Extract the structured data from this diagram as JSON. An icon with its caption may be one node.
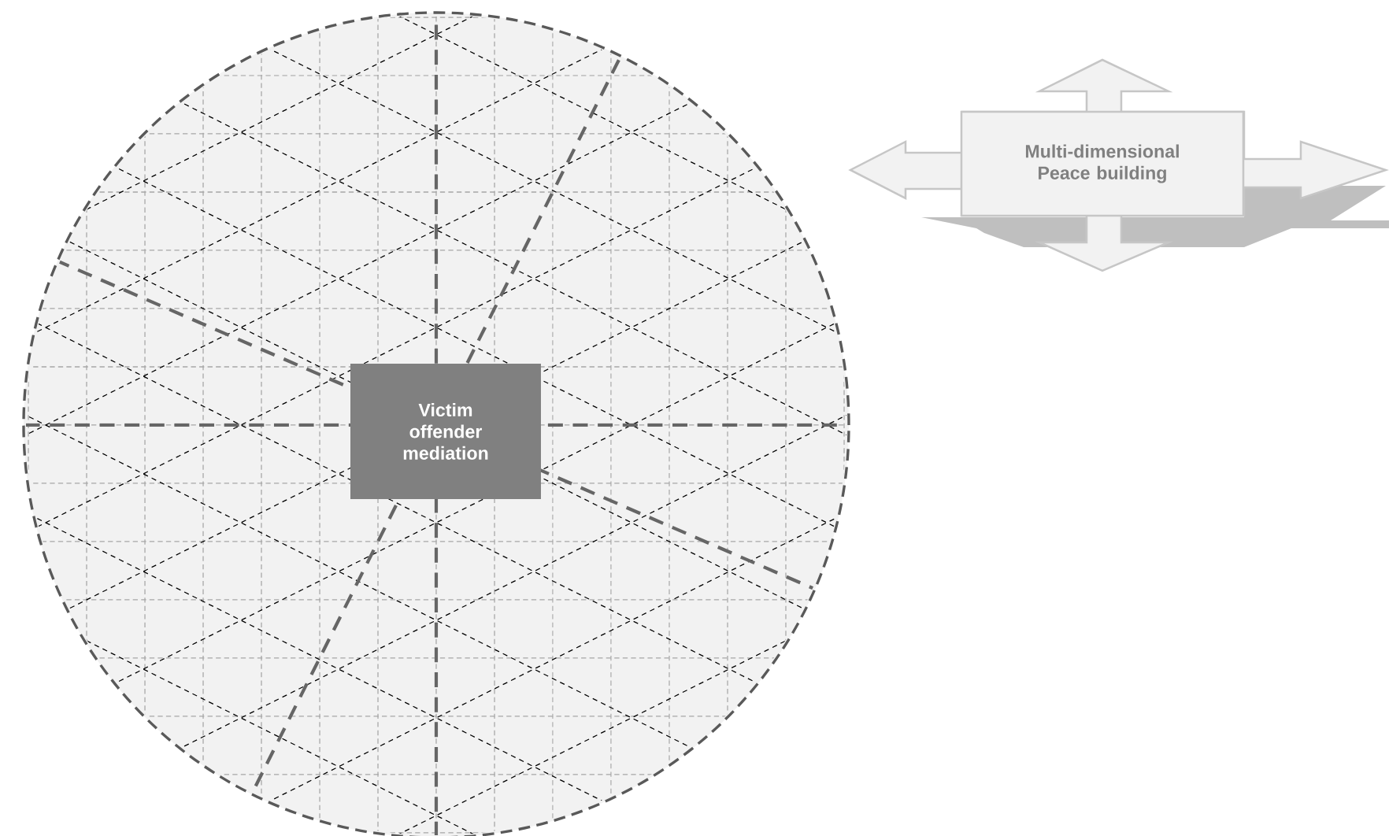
{
  "diagram": {
    "nodes": [
      {
        "text": [],
        "shape": "circle"
      },
      {
        "text": [
          "Victim offender mediation"
        ],
        "in": 0
      },
      {
        "text": [
          "Multi-dimensional Peace building"
        ]
      }
    ]
  }
}
